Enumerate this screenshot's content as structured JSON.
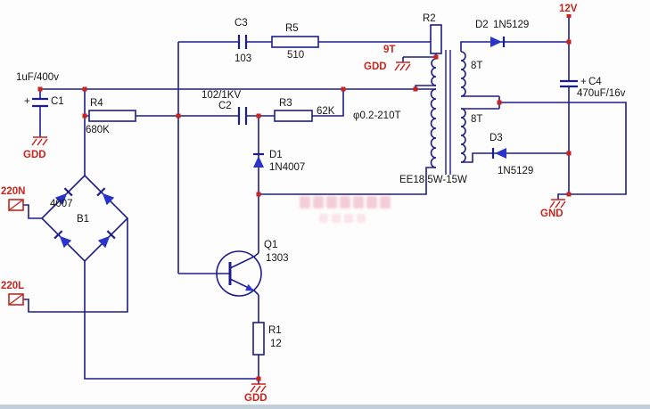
{
  "colors": {
    "wire": "#1d1d8c",
    "diode_fill": "#2a35c8",
    "accent_red": "#c9241c",
    "text": "#151515",
    "background": "#fdfdfd"
  },
  "input": {
    "line_n": "220N",
    "line_l": "220L"
  },
  "bridge": {
    "ref": "B1",
    "value": "4007"
  },
  "c1": {
    "ref": "C1",
    "value": "1uF/400v",
    "polarity": "+"
  },
  "r4": {
    "ref": "R4",
    "value": "680K"
  },
  "c3": {
    "ref": "C3",
    "value": "103"
  },
  "r5": {
    "ref": "R5",
    "value": "510"
  },
  "c2": {
    "ref": "C2",
    "value": "102/1KV"
  },
  "r3": {
    "ref": "R3",
    "value": "62K"
  },
  "d1": {
    "ref": "D1",
    "value": "1N4007"
  },
  "q1": {
    "ref": "Q1",
    "value": "1303"
  },
  "r1": {
    "ref": "R1",
    "value": "12"
  },
  "r2": {
    "ref": "R2"
  },
  "transformer": {
    "feedback_turns": "9T",
    "primary_wire": "φ0.2-210T",
    "sec_top_turns": "8T",
    "sec_bottom_turns": "8T",
    "core": "EE18 5W-15W"
  },
  "d2": {
    "ref": "D2",
    "value": "1N5129"
  },
  "d3": {
    "ref": "D3",
    "value": "1N5129"
  },
  "c4": {
    "ref": "C4",
    "value": "470uF/16v",
    "polarity": "+"
  },
  "nets": {
    "vout": "12V",
    "gnd": "GND",
    "gdd": "GDD"
  }
}
